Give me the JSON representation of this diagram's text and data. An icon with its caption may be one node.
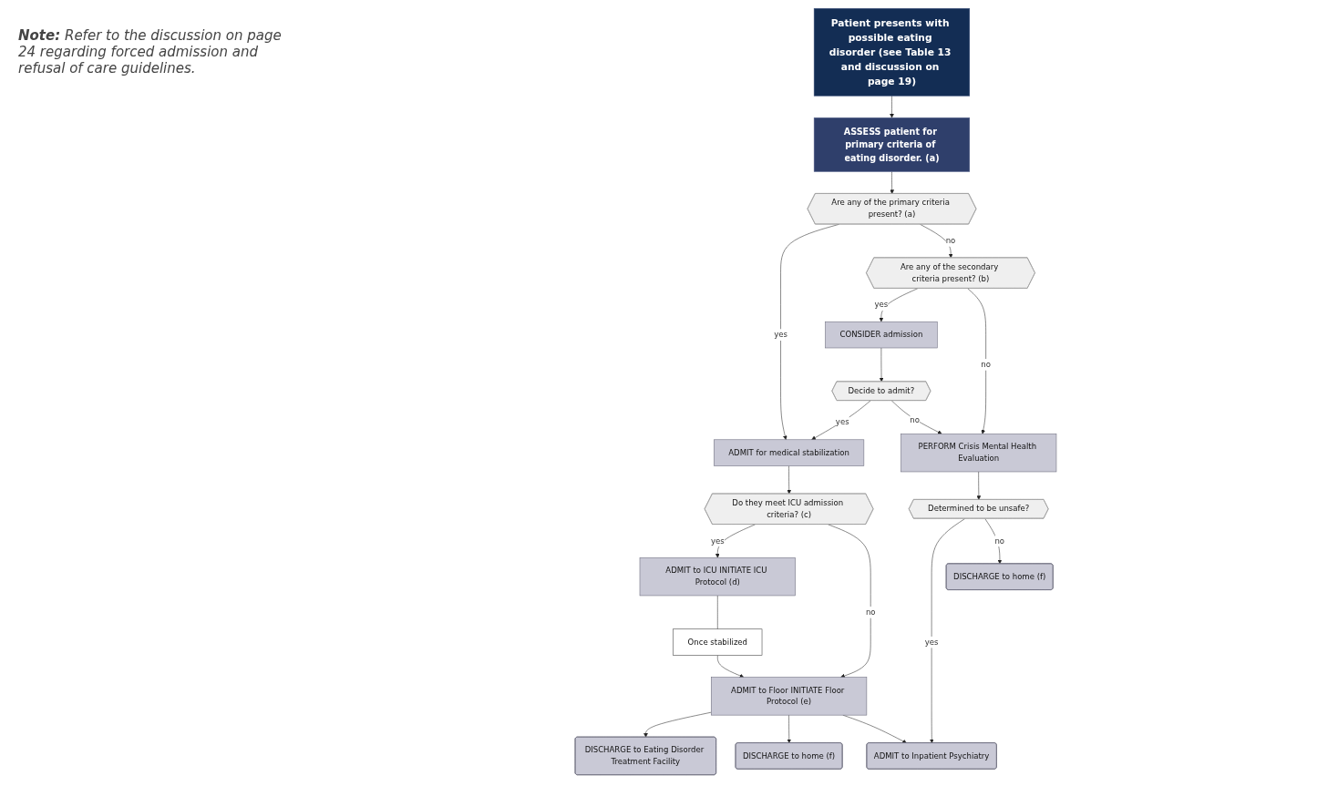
{
  "diagram": {
    "nodes": [
      {
        "text": [
          "Patient presents with possible eating disorder (see Table 13 and discussion on page 19)"
        ]
      },
      {
        "text": [
          "ASSESS patient for primary criteria of eating disorder. (a)"
        ]
      },
      {
        "text": [
          "Are any of the primary criteria present? (a)"
        ]
      },
      {
        "text": [
          "ADMIT for medical stabilization"
        ]
      },
      {
        "text": [
          "Decide to admit?"
        ]
      },
      {
        "text": [
          "CONSIDER admission"
        ]
      },
      {
        "text": [
          "Are any of the secondary criteria present? (b)"
        ]
      },
      {
        "text": [
          "PERFORM Crisis Mental Health Evaluation"
        ]
      },
      {
        "text": [
          "Do they meet ICU admission criteria? (c)"
        ]
      },
      {
        "text": [
          "ADMIT to ICU INITIATE ICU Protocol (d)"
        ]
      },
      {
        "text": [
          "Once stabilized"
        ]
      },
      {
        "text": [
          "ADMIT to Floor INITIATE Floor Protocol (e)"
        ]
      },
      {
        "text": [
          "Determined to be unsafe?"
        ]
      },
      {
        "text": [
          "DISCHARGE to Eating Disorder Treatment Facility"
        ]
      },
      {
        "text": [
          "DISCHARGE to home (f)"
        ]
      },
      {
        "text": [
          "ADMIT to Inpatient Psychiatry"
        ]
      },
      {
        "text": [
          "DISCHARGE to home (f)"
        ]
      }
    ],
    "edges": [
      {
        "from": 0,
        "to": 1,
        "arrow": "to"
      },
      {
        "from": 1,
        "to": 2,
        "arrow": "to"
      },
      {
        "from": 2,
        "to": 3,
        "arrow": "to",
        "label": "yes"
      },
      {
        "from": 2,
        "to": 6,
        "arrow": "to",
        "label": "no"
      },
      {
        "from": 6,
        "to": 5,
        "arrow": "to",
        "label": "yes"
      },
      {
        "from": 5,
        "to": 4,
        "arrow": "to"
      },
      {
        "from": 4,
        "to": 3,
        "arrow": "to",
        "label": "yes"
      },
      {
        "from": 4,
        "to": 7,
        "arrow": "to",
        "label": "no"
      },
      {
        "from": 6,
        "to": 7,
        "arrow": "to",
        "label": "no"
      },
      {
        "from": 3,
        "to": 8,
        "arrow": "to"
      },
      {
        "from": 8,
        "to": 9,
        "arrow": "to",
        "label": "yes"
      },
      {
        "from": 8,
        "to": 11,
        "arrow": "to",
        "label": "no"
      },
      {
        "from": 9,
        "to": 10,
        "arrow": "none"
      },
      {
        "from": 10,
        "to": 11,
        "arrow": "to"
      },
      {
        "from": 11,
        "to": 13,
        "arrow": "to"
      },
      {
        "from": 11,
        "to": 14,
        "arrow": "to"
      },
      {
        "from": 11,
        "to": 15,
        "arrow": "to"
      },
      {
        "from": 7,
        "to": 12,
        "arrow": "to"
      },
      {
        "from": 12,
        "to": 15,
        "arrow": "to",
        "label": "yes"
      },
      {
        "from": 12,
        "to": 16,
        "arrow": "to",
        "label": "no"
      }
    ],
    "labels": [
      "**Note:** Refer to the discussion on page 24 regarding forced admission and refusal of care guidelines."
    ]
  }
}
